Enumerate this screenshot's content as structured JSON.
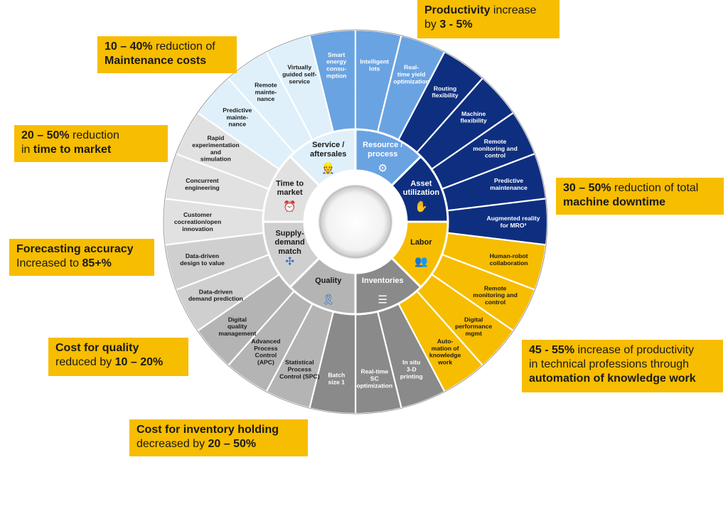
{
  "colors": {
    "service": "#dff0fb",
    "resource": "#6aa3e2",
    "asset": "#0e2f80",
    "labor": "#f7bd00",
    "inventories": "#8a8a8a",
    "quality": "#b4b4b4",
    "supply": "#cfcfcf",
    "time": "#e1e1e1",
    "callout": "#f7bd00"
  },
  "inner_ring": [
    {
      "id": "service",
      "label": [
        "Service /",
        "aftersales"
      ],
      "icon": "worker-icon"
    },
    {
      "id": "resource",
      "label": [
        "Resource /",
        "process"
      ],
      "icon": "gears-icon"
    },
    {
      "id": "asset",
      "label": [
        "Asset",
        "utilization"
      ],
      "icon": "hand-coin-icon"
    },
    {
      "id": "labor",
      "label": [
        "Labor"
      ],
      "icon": "people-icon"
    },
    {
      "id": "inventories",
      "label": [
        "Inventories"
      ],
      "icon": "clipboard-list-icon"
    },
    {
      "id": "quality",
      "label": [
        "Quality"
      ],
      "icon": "award-ribbon-icon"
    },
    {
      "id": "supply",
      "label": [
        "Supply-",
        "demand",
        "match"
      ],
      "icon": "arrows-cross-icon"
    },
    {
      "id": "time",
      "label": [
        "Time to",
        "market"
      ],
      "icon": "alarm-clock-icon"
    }
  ],
  "outer_ring": [
    {
      "group": "service",
      "label": [
        "Virtually",
        "guided self-",
        "service"
      ]
    },
    {
      "group": "resource",
      "label": [
        "Smart",
        "energy",
        "consu-",
        "mption"
      ]
    },
    {
      "group": "resource",
      "label": [
        "Intelligent",
        "lots"
      ]
    },
    {
      "group": "resource",
      "label": [
        "Real-",
        "time yield",
        "optimization"
      ]
    },
    {
      "group": "asset",
      "label": [
        "Routing",
        "flexibility"
      ]
    },
    {
      "group": "asset",
      "label": [
        "Machine",
        "flexibility"
      ]
    },
    {
      "group": "asset",
      "label": [
        "Remote",
        "monitoring and",
        "control"
      ]
    },
    {
      "group": "asset",
      "label": [
        "Predictive",
        "maintenance"
      ]
    },
    {
      "group": "asset",
      "label": [
        "Augmented reality",
        "for MRO³"
      ]
    },
    {
      "group": "labor",
      "label": [
        "Human-robot",
        "collaboration"
      ]
    },
    {
      "group": "labor",
      "label": [
        "Remote",
        "monitoring and",
        "control"
      ]
    },
    {
      "group": "labor",
      "label": [
        "Digital",
        "performance",
        "mgmt"
      ]
    },
    {
      "group": "labor",
      "label": [
        "Auto-",
        "mation of",
        "knowledge",
        "work"
      ]
    },
    {
      "group": "inventories",
      "label": [
        "In situ",
        "3-D",
        "printing"
      ]
    },
    {
      "group": "inventories",
      "label": [
        "Real-time",
        "SC",
        "optimization"
      ]
    },
    {
      "group": "inventories",
      "label": [
        "Batch",
        "size 1"
      ]
    },
    {
      "group": "quality",
      "label": [
        "Statistical",
        "Process",
        "Control (SPC)"
      ]
    },
    {
      "group": "quality",
      "label": [
        "Advanced",
        "Process",
        "Control",
        "(APC)"
      ]
    },
    {
      "group": "quality",
      "label": [
        "Digital",
        "quality",
        "management"
      ]
    },
    {
      "group": "supply",
      "label": [
        "Data-driven",
        "demand prediction"
      ]
    },
    {
      "group": "supply",
      "label": [
        "Data-driven",
        "design to value"
      ]
    },
    {
      "group": "time",
      "label": [
        "Customer",
        "cocreation/open",
        "innovation"
      ]
    },
    {
      "group": "time",
      "label": [
        "Concurrent",
        "engineering"
      ]
    },
    {
      "group": "time",
      "label": [
        "Rapid",
        "experimentation",
        "and",
        "simulation"
      ]
    },
    {
      "group": "service",
      "label": [
        "Predictive",
        "mainte-",
        "nance"
      ]
    },
    {
      "group": "service",
      "label": [
        "Remote",
        "mainte-",
        "nance"
      ]
    }
  ],
  "callouts": {
    "productivity": {
      "l1a": "Productivity",
      "l1b": " increase",
      "l2a": "by ",
      "l2b": "3 - 5%"
    },
    "maintenance": {
      "l1a": "10 – 40%",
      "l1b": " reduction of",
      "l2": "Maintenance costs"
    },
    "time_to_market": {
      "l1a": "20 – 50%",
      "l1b": " reduction",
      "l2a": "in ",
      "l2b": "time to market"
    },
    "downtime": {
      "l1a": "30 – 50%",
      "l1b": " reduction of total",
      "l2": "machine downtime"
    },
    "forecasting": {
      "l1": "Forecasting accuracy",
      "l2a": "Increased to ",
      "l2b": "85+%"
    },
    "knowledge": {
      "l1a": "45 - 55%",
      "l1b": " increase of productivity",
      "l2": "in technical professions through",
      "l3": "automation of knowledge work"
    },
    "quality_cost": {
      "l1": "Cost for quality",
      "l2a": "reduced by ",
      "l2b": "10 – 20%"
    },
    "inventory_cost": {
      "l1": "Cost for inventory holding",
      "l2a": "decreased by ",
      "l2b": "20 – 50%"
    }
  }
}
